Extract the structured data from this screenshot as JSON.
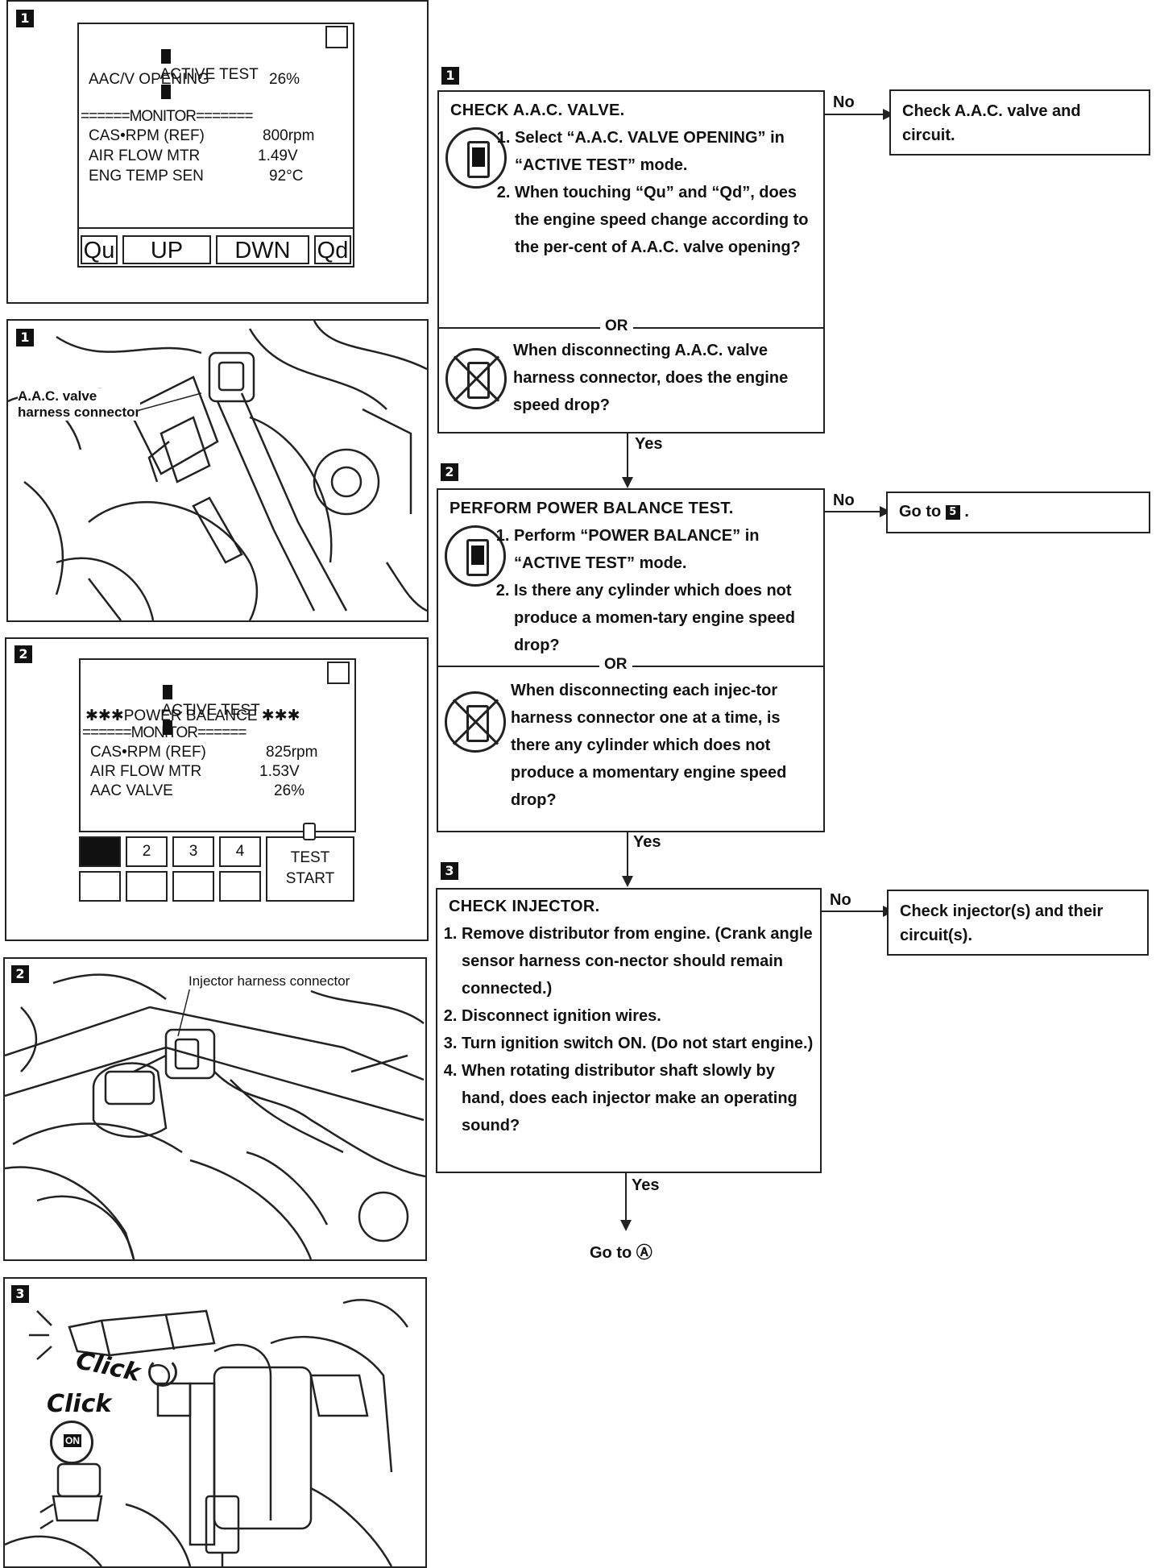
{
  "left": {
    "panel1": {
      "badge": "1",
      "screen_title": "ACTIVE TEST",
      "aac_label": "AAC/V OPENING",
      "aac_value": "26%",
      "monitor_line": "======MONITOR=======",
      "monitor_rows": [
        {
          "label": "CAS•RPM (REF)",
          "value": "800rpm"
        },
        {
          "label": "AIR FLOW MTR",
          "value": "1.49V"
        },
        {
          "label": "ENG TEMP SEN",
          "value": "92°C"
        }
      ],
      "buttons": [
        "Qu",
        "UP",
        "DWN",
        "Qd"
      ]
    },
    "panel2": {
      "badge": "1",
      "label_line1": "A.A.C. valve",
      "label_line2": "harness connector"
    },
    "panel3": {
      "badge": "2",
      "screen_title": "ACTIVE TEST",
      "mode_line": "✱✱✱POWER BALANCE ✱✱✱",
      "monitor_line": "======MONITOR======",
      "monitor_rows": [
        {
          "label": "CAS•RPM (REF)",
          "value": "825rpm"
        },
        {
          "label": "AIR FLOW MTR",
          "value": "1.53V"
        },
        {
          "label": "AAC VALVE",
          "value": "26%"
        }
      ],
      "cylinders": [
        "",
        "2",
        "3",
        "4"
      ],
      "test_start_1": "TEST",
      "test_start_2": "START"
    },
    "panel4": {
      "badge": "2",
      "label": "Injector harness connector"
    },
    "panel5": {
      "badge": "3",
      "click1": "Click",
      "click2": "Click",
      "on_label": "ON"
    }
  },
  "flow": {
    "step1": {
      "badge": "1",
      "title": "CHECK A.A.C. VALVE.",
      "items": [
        "Select “A.A.C. VALVE OPENING” in “ACTIVE TEST” mode.",
        "When touching “Qu” and “Qd”, does the engine speed change according to the per-cent of A.A.C. valve opening?"
      ],
      "or": "OR",
      "alt": "When disconnecting A.A.C. valve harness connector, does the engine speed drop?",
      "no_label": "No",
      "no_result": "Check A.A.C. valve and circuit.",
      "yes_label": "Yes"
    },
    "step2": {
      "badge": "2",
      "title": "PERFORM POWER BALANCE TEST.",
      "items": [
        "Perform “POWER BALANCE” in “ACTIVE TEST” mode.",
        "Is there any cylinder which does not produce a momen-tary engine speed drop?"
      ],
      "or": "OR",
      "alt": "When disconnecting each injec-tor harness connector one at a time, is there any cylinder which does not produce a momentary engine speed drop?",
      "no_label": "No",
      "no_result_prefix": "Go to",
      "no_result_badge": "5",
      "no_result_suffix": ".",
      "yes_label": "Yes"
    },
    "step3": {
      "badge": "3",
      "title": "CHECK INJECTOR.",
      "items": [
        "Remove distributor from engine. (Crank angle sensor harness con-nector should remain connected.)",
        "Disconnect ignition wires.",
        "Turn ignition switch ON. (Do not start engine.)",
        "When rotating distributor shaft slowly by hand, does each injector make an operating sound?"
      ],
      "no_label": "No",
      "no_result": "Check injector(s) and their circuit(s).",
      "yes_label": "Yes",
      "goto": "Go to Ⓐ"
    }
  }
}
